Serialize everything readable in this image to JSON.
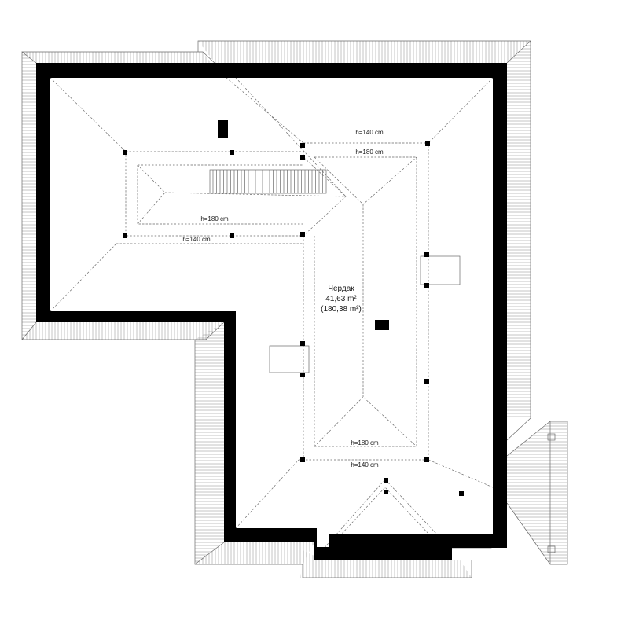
{
  "floor_plan": {
    "room": {
      "name": "Чердак",
      "area": "41,63 m²",
      "area_total": "(180,38 m²)"
    },
    "height_labels": {
      "upper_140": "h=140 cm",
      "upper_180": "h=180 cm",
      "left_180": "h=180 cm",
      "left_140": "h=140 cm",
      "lower_180": "h=180 cm",
      "lower_140": "h=140 cm"
    },
    "colors": {
      "wall": "#000000",
      "line": "#6a6a6a",
      "background": "#ffffff"
    }
  }
}
